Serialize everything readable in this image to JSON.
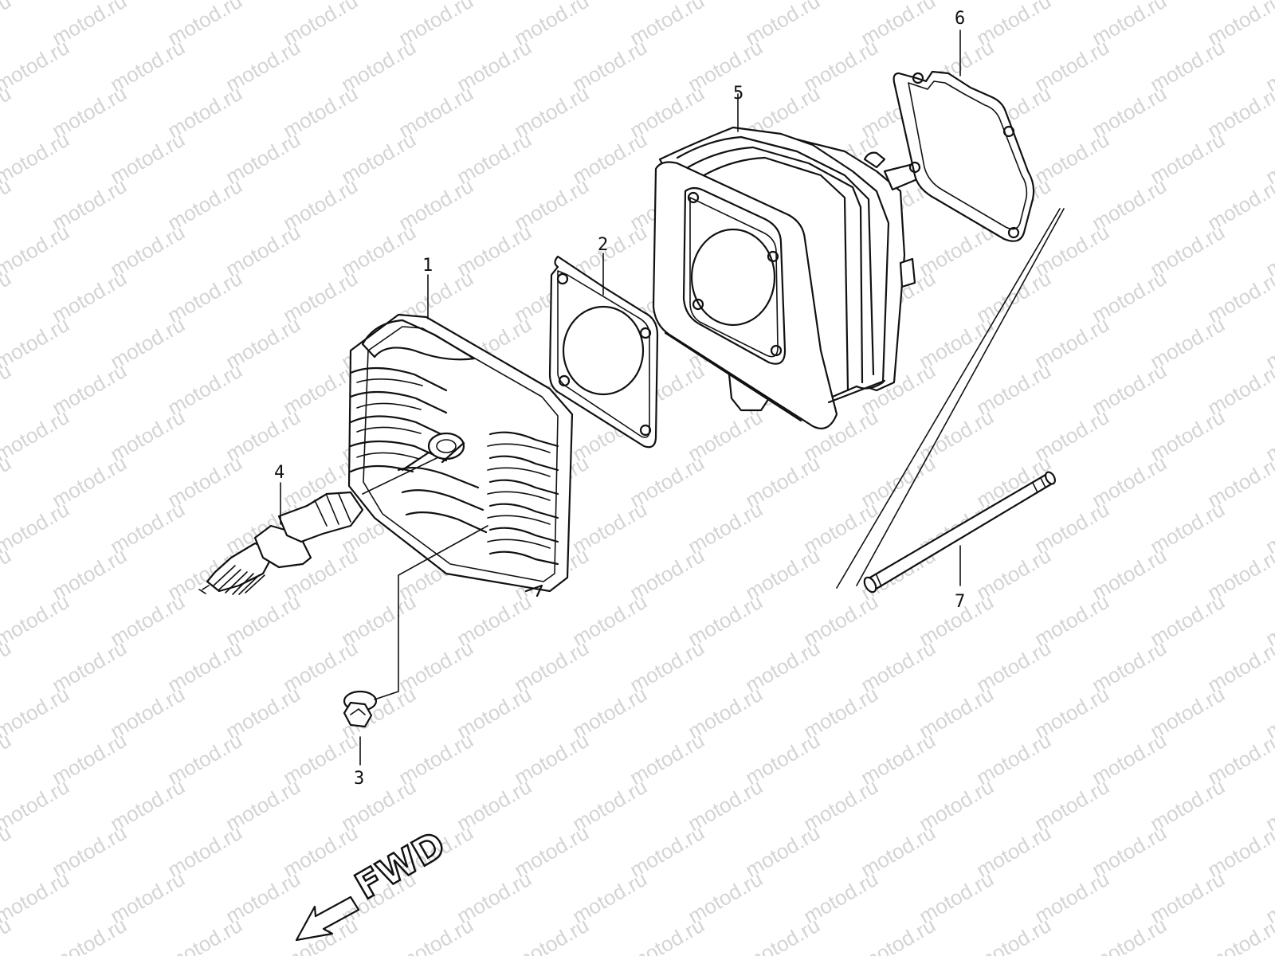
{
  "watermark": {
    "text": "motod.ru",
    "color": "#d4d4d4"
  },
  "direction": {
    "label": "FWD"
  },
  "parts": [
    {
      "id": "cylinder-head",
      "number": "1"
    },
    {
      "id": "head-gasket",
      "number": "2"
    },
    {
      "id": "nut",
      "number": "3"
    },
    {
      "id": "spark-plug",
      "number": "4"
    },
    {
      "id": "cylinder",
      "number": "5"
    },
    {
      "id": "base-gasket",
      "number": "6"
    },
    {
      "id": "stud-bolt",
      "number": "7"
    }
  ]
}
